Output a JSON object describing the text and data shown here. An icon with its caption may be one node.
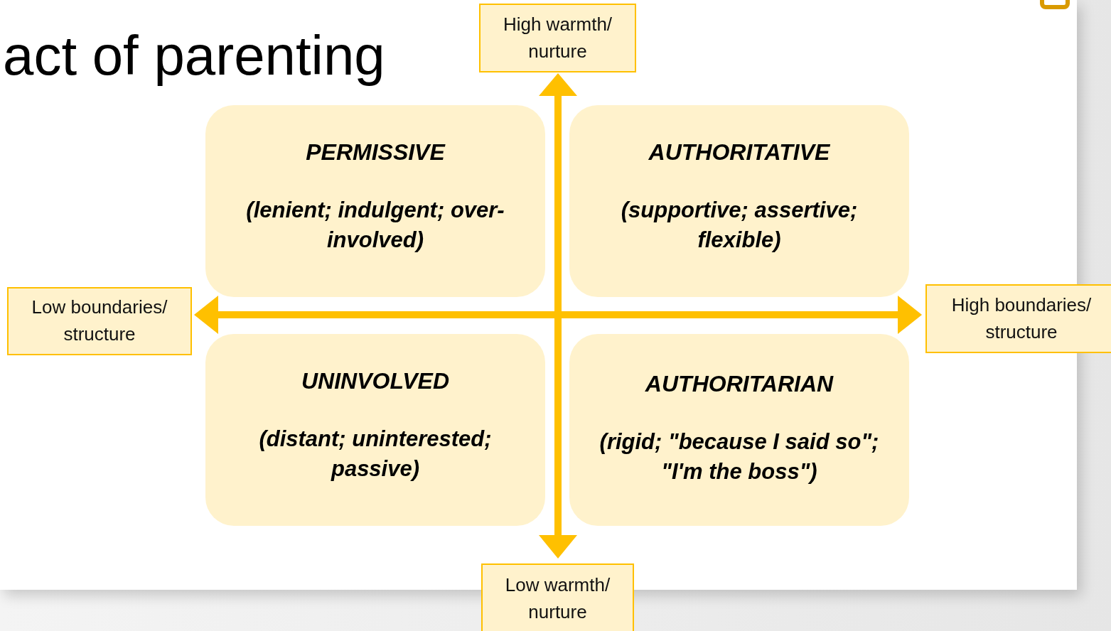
{
  "diagram": {
    "title": "act of parenting",
    "nodes": [
      {
        "text": [
          "High warmth/ nurture"
        ]
      },
      {
        "text": [
          "PERMISSIVE",
          "(lenient; indulgent; over-involved)"
        ]
      },
      {
        "text": [
          "AUTHORITATIVE",
          "(supportive; assertive; flexible)"
        ]
      },
      {
        "text": [
          "Low boundaries/ structure"
        ]
      },
      {
        "text": [
          "High boundaries/ structure"
        ]
      },
      {
        "text": [
          "UNINVOLVED",
          "(distant; uninterested; passive)"
        ]
      },
      {
        "text": [
          "AUTHORITARIAN",
          "(rigid; \"because I said so\"; \"I'm the boss\")"
        ]
      },
      {
        "text": [
          "Low warmth/ nurture"
        ]
      }
    ]
  }
}
